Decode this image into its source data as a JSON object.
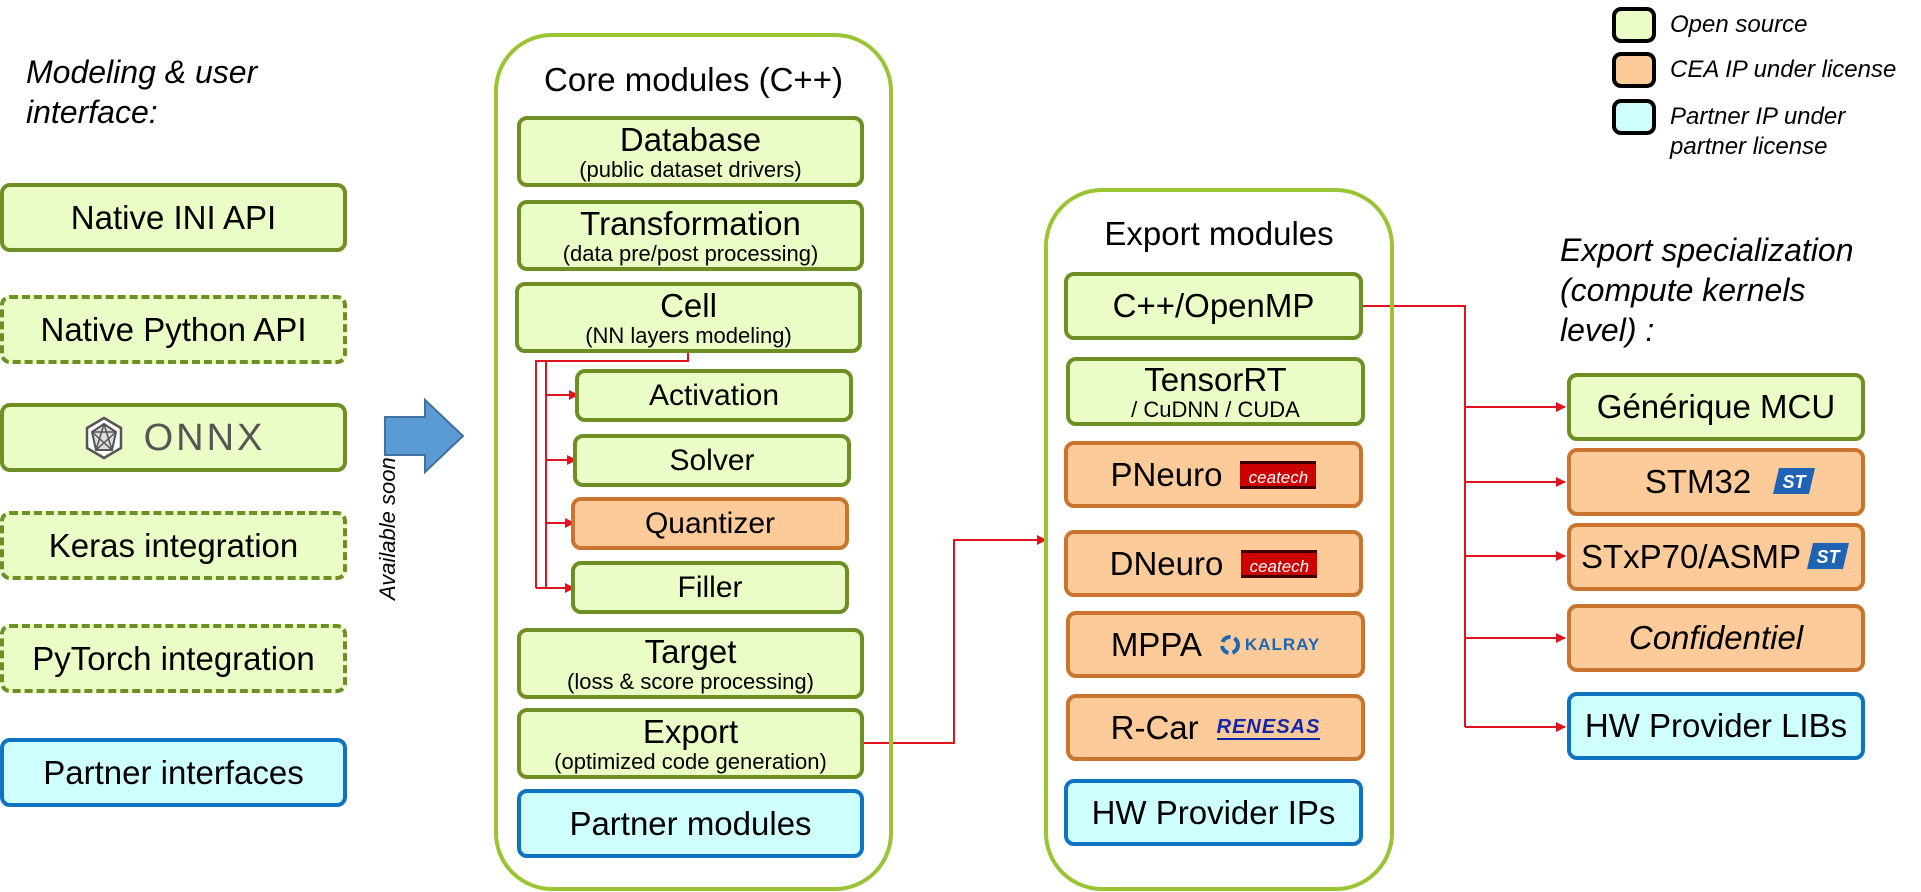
{
  "left": {
    "heading": "Modeling & user interface:",
    "items": [
      {
        "label": "Native INI API"
      },
      {
        "label": "Native Python API"
      },
      {
        "label": "ONNX"
      },
      {
        "label": "Keras integration"
      },
      {
        "label": "PyTorch integration"
      },
      {
        "label": "Partner interfaces"
      }
    ],
    "available_soon": "Available soon"
  },
  "core": {
    "title": "Core modules (C++)",
    "database": {
      "label": "Database",
      "sub": "(public dataset drivers)"
    },
    "transformation": {
      "label": "Transformation",
      "sub": "(data pre/post processing)"
    },
    "cell": {
      "label": "Cell",
      "sub": "(NN layers modeling)"
    },
    "activation": "Activation",
    "solver": "Solver",
    "quantizer": "Quantizer",
    "filler": "Filler",
    "target": {
      "label": "Target",
      "sub": "(loss & score processing)"
    },
    "export": {
      "label": "Export",
      "sub": "(optimized code generation)"
    },
    "partner": "Partner modules"
  },
  "exportmod": {
    "title": "Export modules",
    "cpp": "C++/OpenMP",
    "tensorrt": {
      "label": "TensorRT",
      "sub": "/ CuDNN / CUDA"
    },
    "pneuro": "PNeuro",
    "dneuro": "DNeuro",
    "mppa": "MPPA",
    "rcar": "R-Car",
    "hwips": "HW Provider IPs"
  },
  "logos": {
    "cea": "ceatech",
    "kalray": "KALRAY",
    "renesas": "RENESAS",
    "st": "ST"
  },
  "special": {
    "heading": "Export specialization (compute kernels level) :",
    "generique": "Générique MCU",
    "stm32": "STM32",
    "stxp70": "STxP70/ASMP",
    "confidentiel": "Confidentiel",
    "hwlibs": "HW Provider LIBs"
  },
  "legend": {
    "open": "Open source",
    "cea": "CEA IP under license",
    "partner": "Partner IP under partner license"
  },
  "colors": {
    "green_fill": "#ecfcc6",
    "green_border": "#6e8f23",
    "orange_fill": "#fdcb9a",
    "orange_border": "#c9742f",
    "blue_fill": "#cffefe",
    "blue_border": "#0e74c2",
    "connector": "#e0141e",
    "arrow": "#5b9bd5"
  }
}
